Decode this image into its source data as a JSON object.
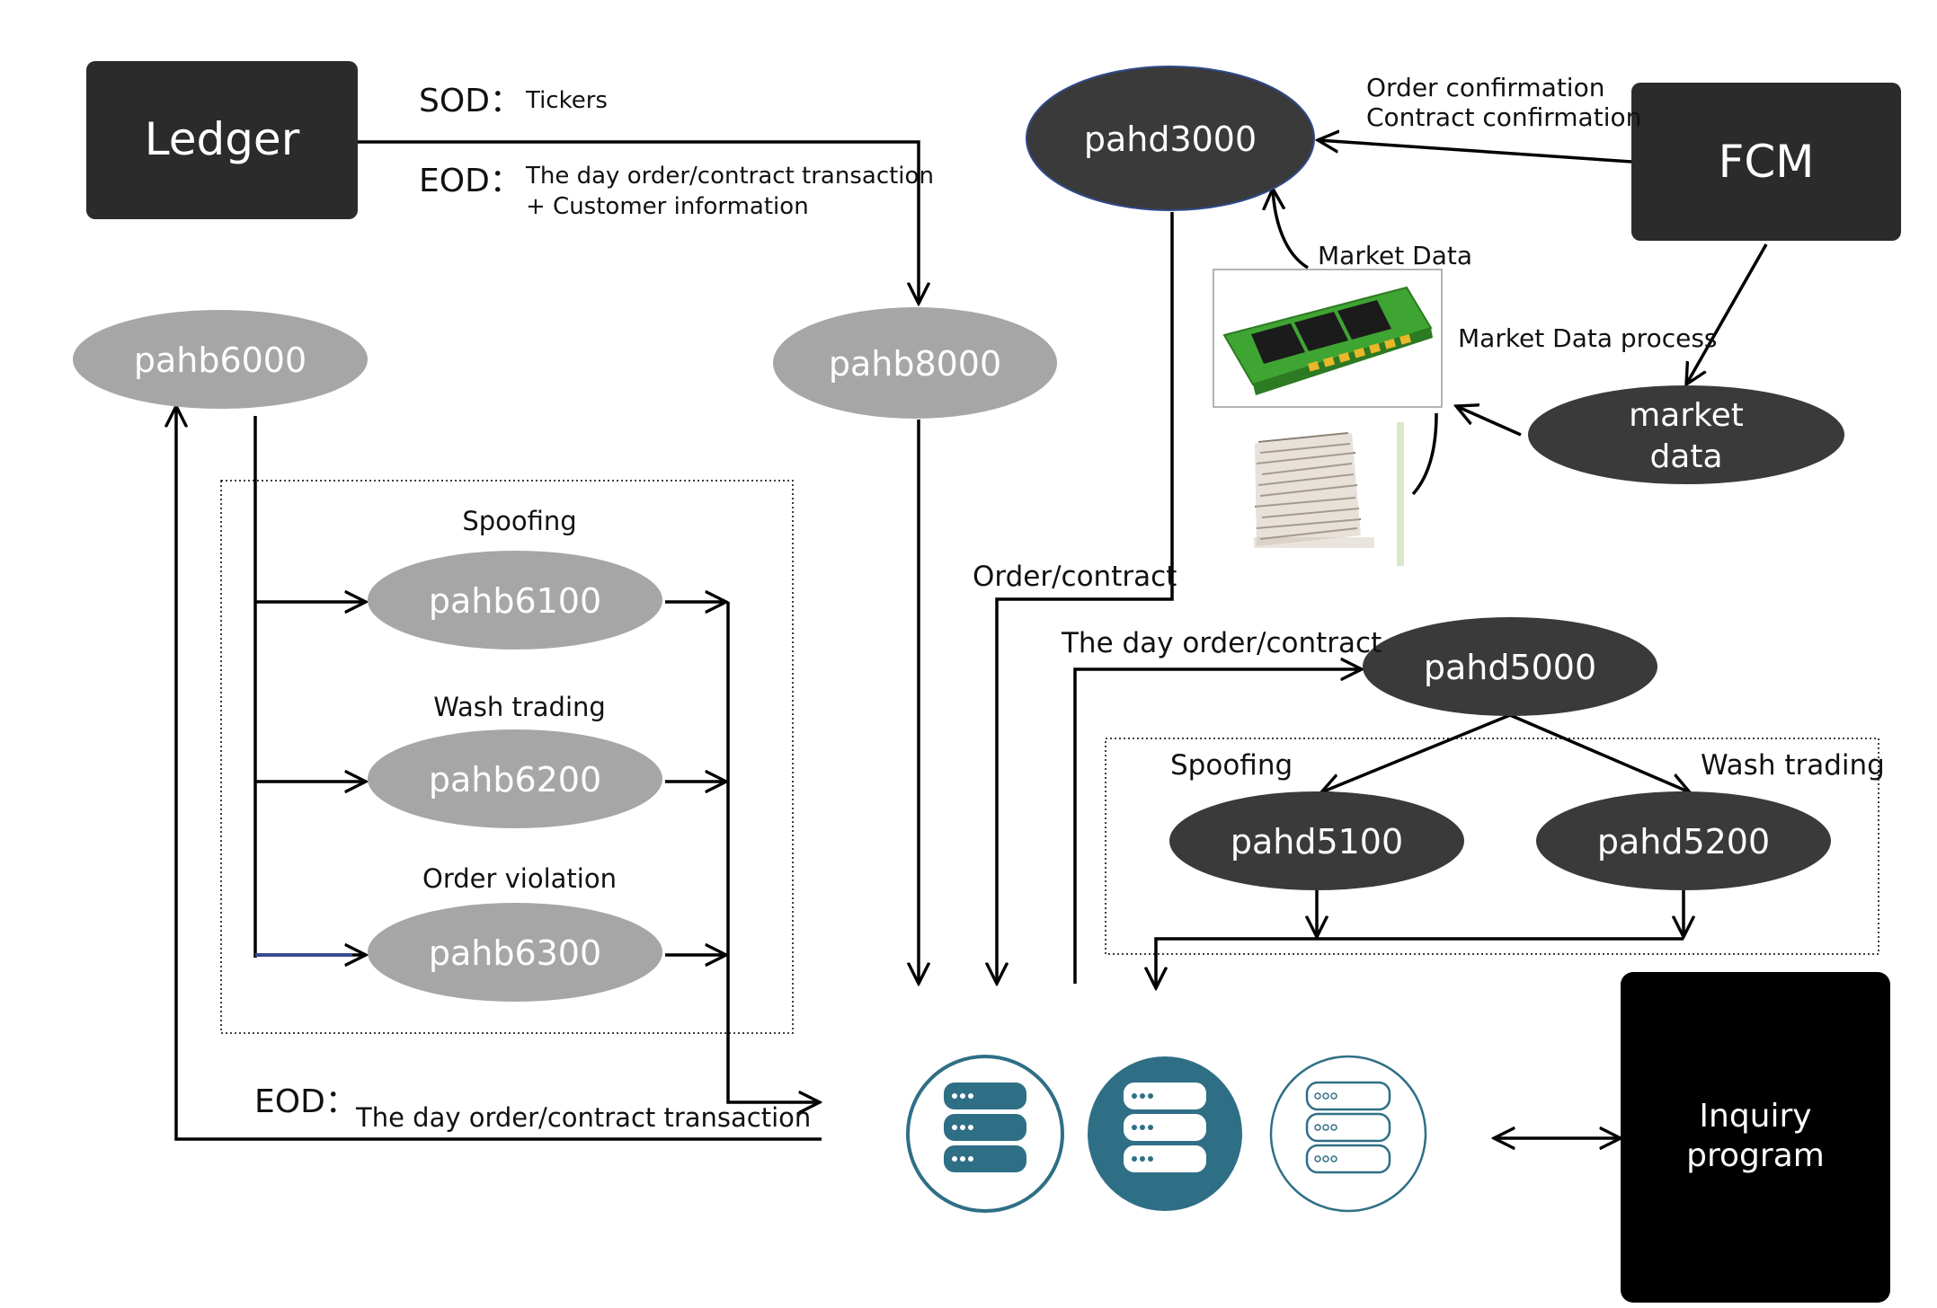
{
  "boxes": {
    "ledger": "Ledger",
    "fcm": "FCM",
    "inquiry_line1": "Inquiry",
    "inquiry_line2": "program"
  },
  "nodes": {
    "pahb6000": "pahb6000",
    "pahb8000": "pahb8000",
    "pahb6100": "pahb6100",
    "pahb6200": "pahb6200",
    "pahb6300": "pahb6300",
    "pahd3000": "pahd3000",
    "pahd5000": "pahd5000",
    "pahd5100": "pahd5100",
    "pahd5200": "pahd5200",
    "market_data_line1": "market",
    "market_data_line2": "data"
  },
  "labels": {
    "sod_key": "SOD：",
    "sod_value": "Tickers",
    "eod_key": "EOD：",
    "eod_value_line1": "The day order/contract transaction",
    "eod_value_line2": "+ Customer information",
    "spoofing_b": "Spoofing",
    "wash_trading_b": "Wash trading",
    "order_violation": "Order violation",
    "order_confirmation": "Order confirmation",
    "contract_confirmation": "Contract confirmation",
    "market_data": "Market Data",
    "market_data_process": "Market Data process",
    "order_contract": "Order/contract",
    "day_order_contract": "The day order/contract",
    "spoofing_d": "Spoofing",
    "wash_trading_d": "Wash trading",
    "eod_bottom_key": "EOD：",
    "eod_bottom_value": "The day order/contract transaction"
  },
  "colors": {
    "dark": "#2b2b2b",
    "dark_node": "#3a3a3a",
    "grey_node": "#a6a6a6",
    "db_teal": "#2f6f86",
    "chip_green": "#3fa532",
    "line": "#000000"
  },
  "icons": [
    "memory-chip-icon",
    "paper-stack-icon",
    "database-icon"
  ]
}
